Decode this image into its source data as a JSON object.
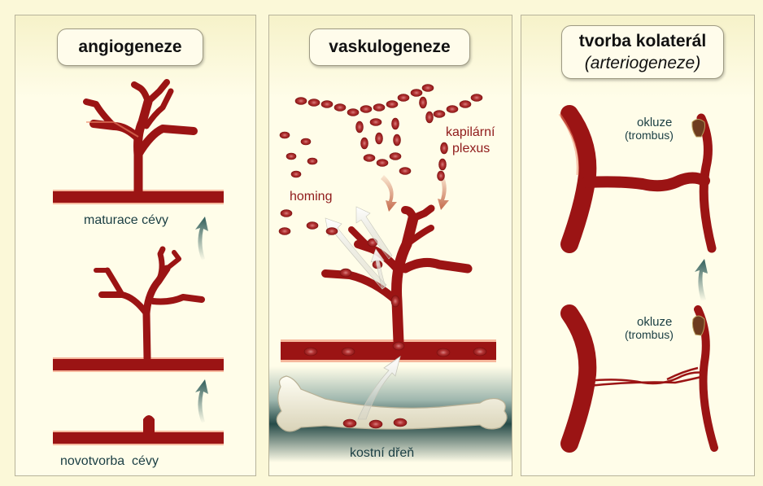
{
  "panels": {
    "angiogenesis": {
      "title": "angiogeneze",
      "label_top": "maturace cévy",
      "label_bottom": "novotvorba  cévy"
    },
    "vasculogenesis": {
      "title": "vaskulogeneze",
      "label_plexus_1": "kapilární",
      "label_plexus_2": "plexus",
      "label_homing": "homing",
      "label_marrow": "kostní dřeň"
    },
    "collaterals": {
      "title_1": "tvorba kolaterál",
      "title_2": "(arteriogeneze)",
      "occlusion_top_1": "okluze",
      "occlusion_top_2": "(trombus)",
      "occlusion_bottom_1": "okluze",
      "occlusion_bottom_2": "(trombus)"
    }
  },
  "colors": {
    "vessel": "#9b1414",
    "vessel_glow": "#f08a6a",
    "arrow": "#2f5d5a",
    "label_dark": "#1a3e43",
    "label_red": "#8f1a1a"
  }
}
